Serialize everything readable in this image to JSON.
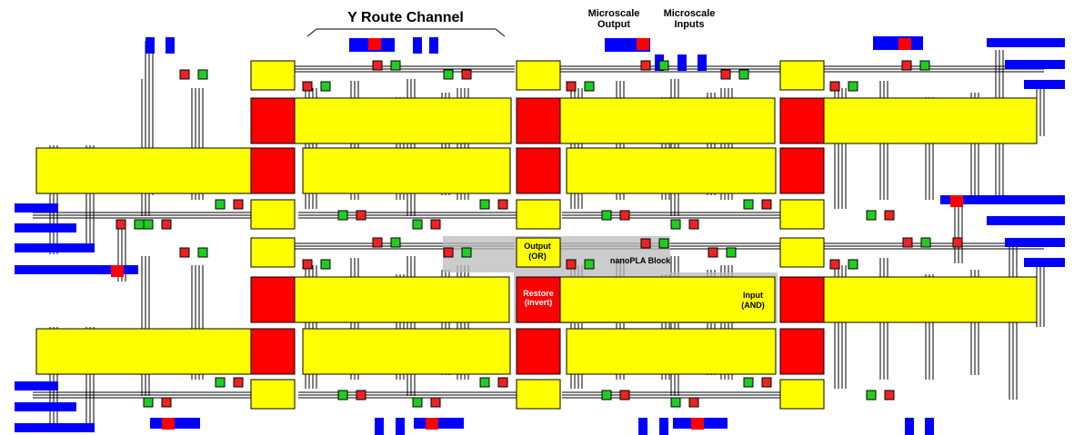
{
  "diagram": {
    "title": "Y Route Channel",
    "labels": {
      "microscale_output_line1": "Microscale",
      "microscale_output_line2": "Output",
      "microscale_inputs_line1": "Microscale",
      "microscale_inputs_line2": "Inputs",
      "nanopla_block": "nanoPLA Block",
      "output_line1": "Output",
      "output_line2": "(OR)",
      "restore_line1": "Restore",
      "restore_line2": "(Invert)",
      "input_line1": "Input",
      "input_line2": "(AND)"
    },
    "colors": {
      "logic_plane": "#ffff00",
      "restore_plane": "#ff0000",
      "microscale_wire": "#0000ff",
      "inverter_node": "#ee2222",
      "buffer_node": "#22cc22",
      "highlight": "#bbbbbb",
      "wire": "#000000"
    }
  }
}
